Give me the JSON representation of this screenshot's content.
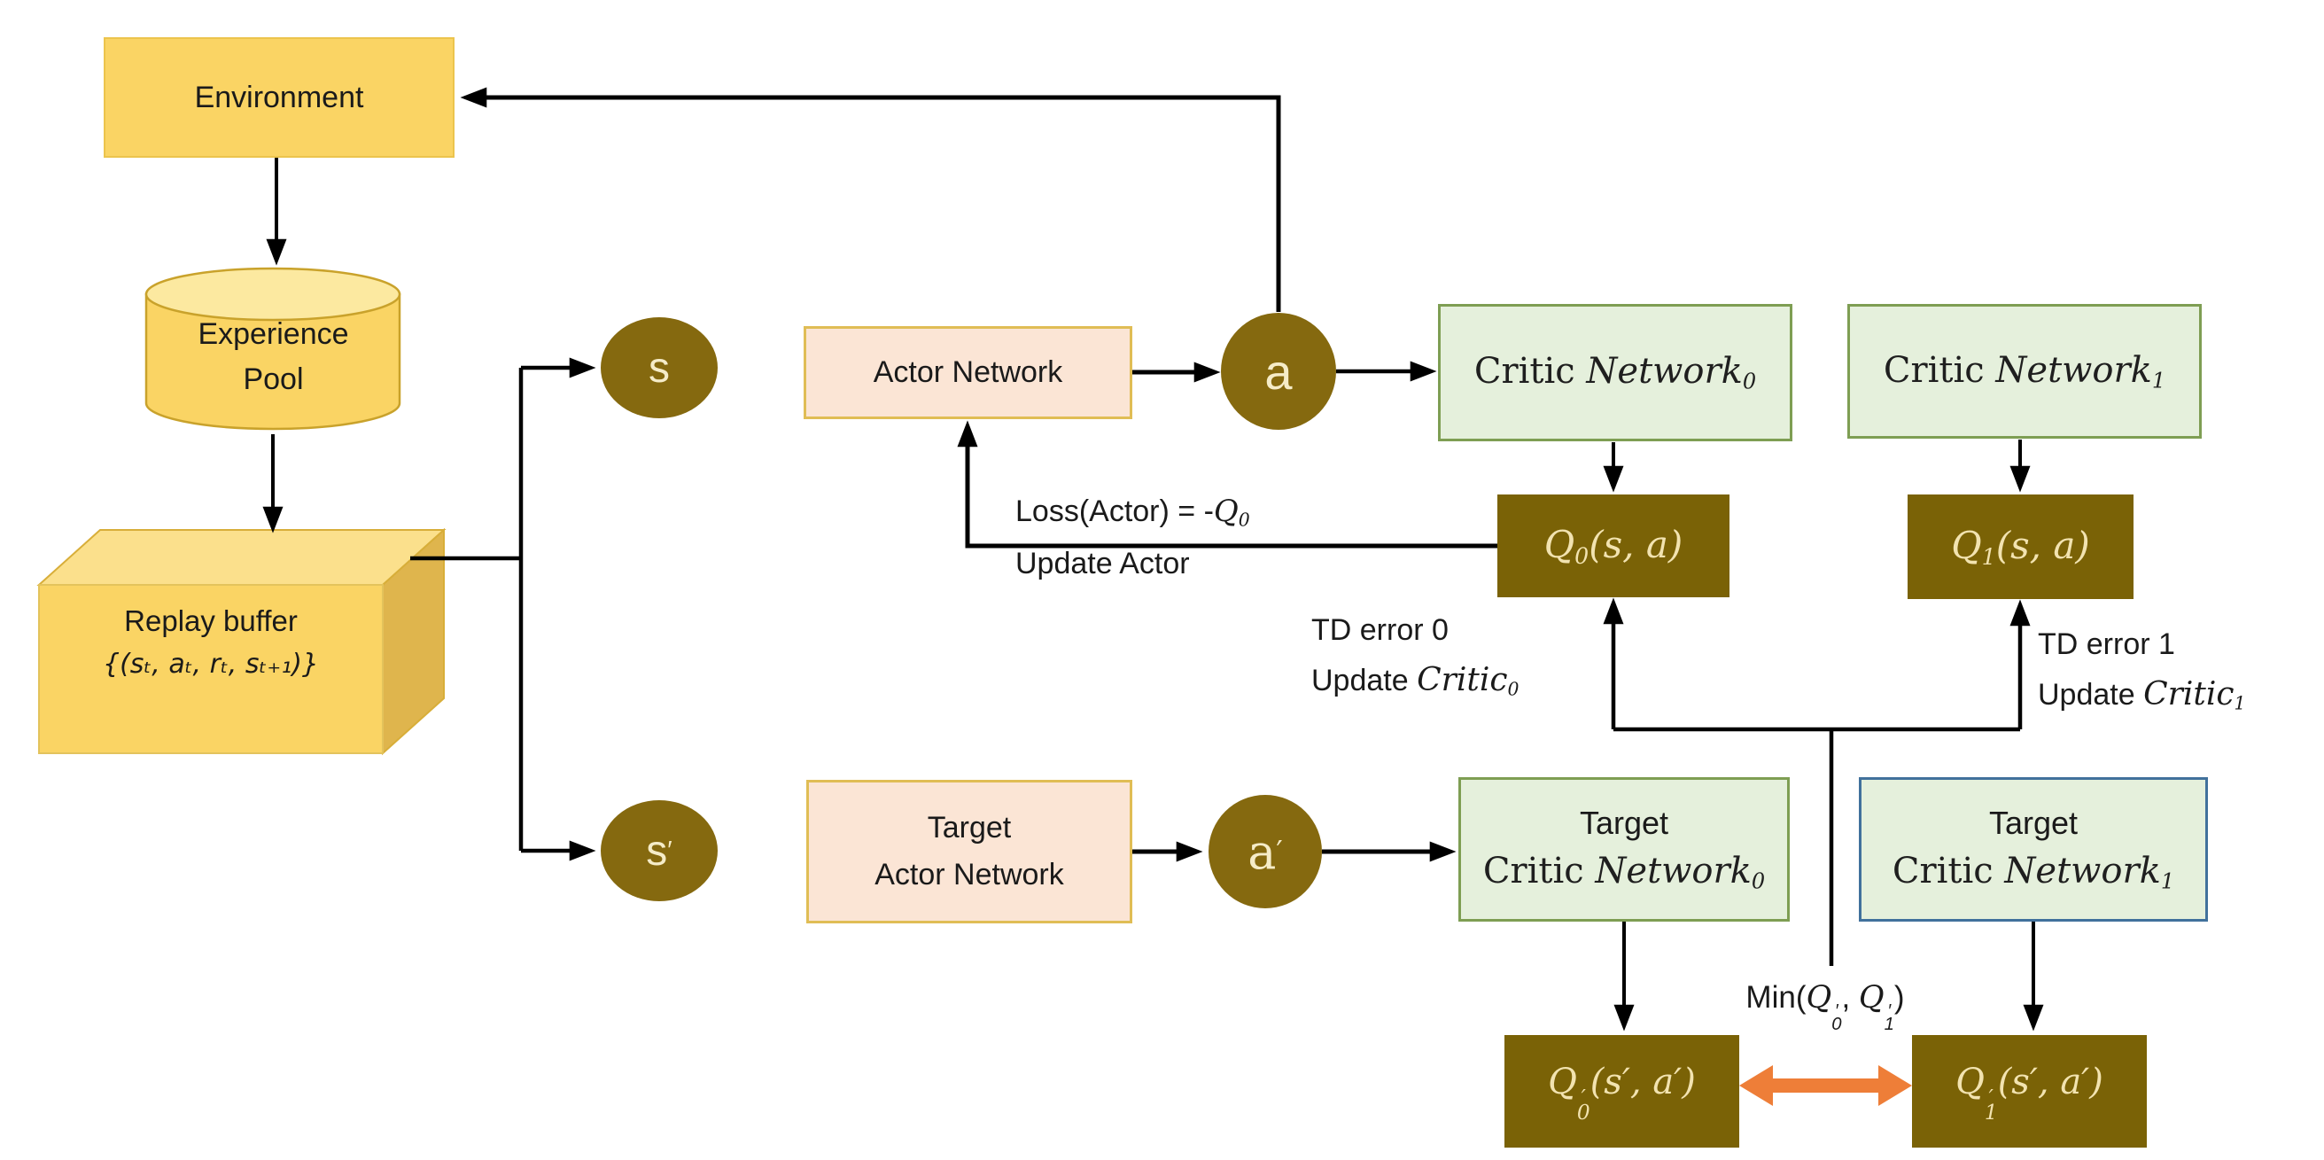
{
  "colors": {
    "yellow_fill": "#fad464",
    "yellow_top_face": "#fce9a0",
    "yellow_side_face": "#dfb54d",
    "peach_fill": "#fbe5d5",
    "gold_border": "#e0bd55",
    "green_fill": "#e5f0dc",
    "green_border": "#7e9e53",
    "blue_border": "#41719c",
    "dark_box_fill": "#7a6206",
    "circle_fill": "#85690f",
    "math_text": "#f2e3b0",
    "connector": "#000000",
    "min_arrow_orange": "#ee7e38"
  },
  "nodes": {
    "environment": {
      "label": "Environment"
    },
    "experience_pool": {
      "line1": "Experience",
      "line2": "Pool"
    },
    "replay_buffer": {
      "title": "Replay buffer",
      "tuple": "{(sₜ, aₜ, rₜ, sₜ₊₁)}"
    },
    "state_s": {
      "base": "s",
      "prime": ""
    },
    "state_s_prime": {
      "base": "s",
      "prime": "′"
    },
    "action_a": {
      "base": "a",
      "prime": ""
    },
    "action_a_prime": {
      "base": "a",
      "prime": "′"
    },
    "actor": {
      "label": "Actor Network"
    },
    "target_actor": {
      "line1": "Target",
      "line2": "Actor Network"
    },
    "critic0": {
      "word1": "Critic ",
      "word2": "Network",
      "sub": "0"
    },
    "critic1": {
      "word1": "Critic ",
      "word2": "Network",
      "sub": "1"
    },
    "target_critic0": {
      "line1": "Target",
      "word1": "Critic ",
      "word2": "Network",
      "sub": "0"
    },
    "target_critic1": {
      "line1": "Target",
      "word1": "Critic ",
      "word2": "Network",
      "sub": "1"
    },
    "q0": {
      "base": "Q",
      "sub": "0",
      "args": "(s, a)"
    },
    "q1": {
      "base": "Q",
      "sub": "1",
      "args": "(s, a)"
    },
    "q0_target": {
      "base": "Q",
      "prime": "′",
      "sub": "0",
      "args": "(s′, a′)"
    },
    "q1_target": {
      "base": "Q",
      "prime": "′",
      "sub": "1",
      "args": "(s′, a′)"
    }
  },
  "annotations": {
    "loss": {
      "pre": "Loss(Actor) = -",
      "q": "Q",
      "sub": "0",
      "line2": "Update Actor"
    },
    "td0": {
      "line1": "TD error 0",
      "update": "Update ",
      "critic": "Critic",
      "sub": "0"
    },
    "td1": {
      "line1": "TD error 1",
      "update": "Update ",
      "critic": "Critic",
      "sub": "1"
    },
    "min": {
      "pre": "Min(",
      "q": "Q",
      "prime": "′",
      "sub0": "0",
      "sep": ", ",
      "sub1": "1",
      "post": ")"
    }
  }
}
